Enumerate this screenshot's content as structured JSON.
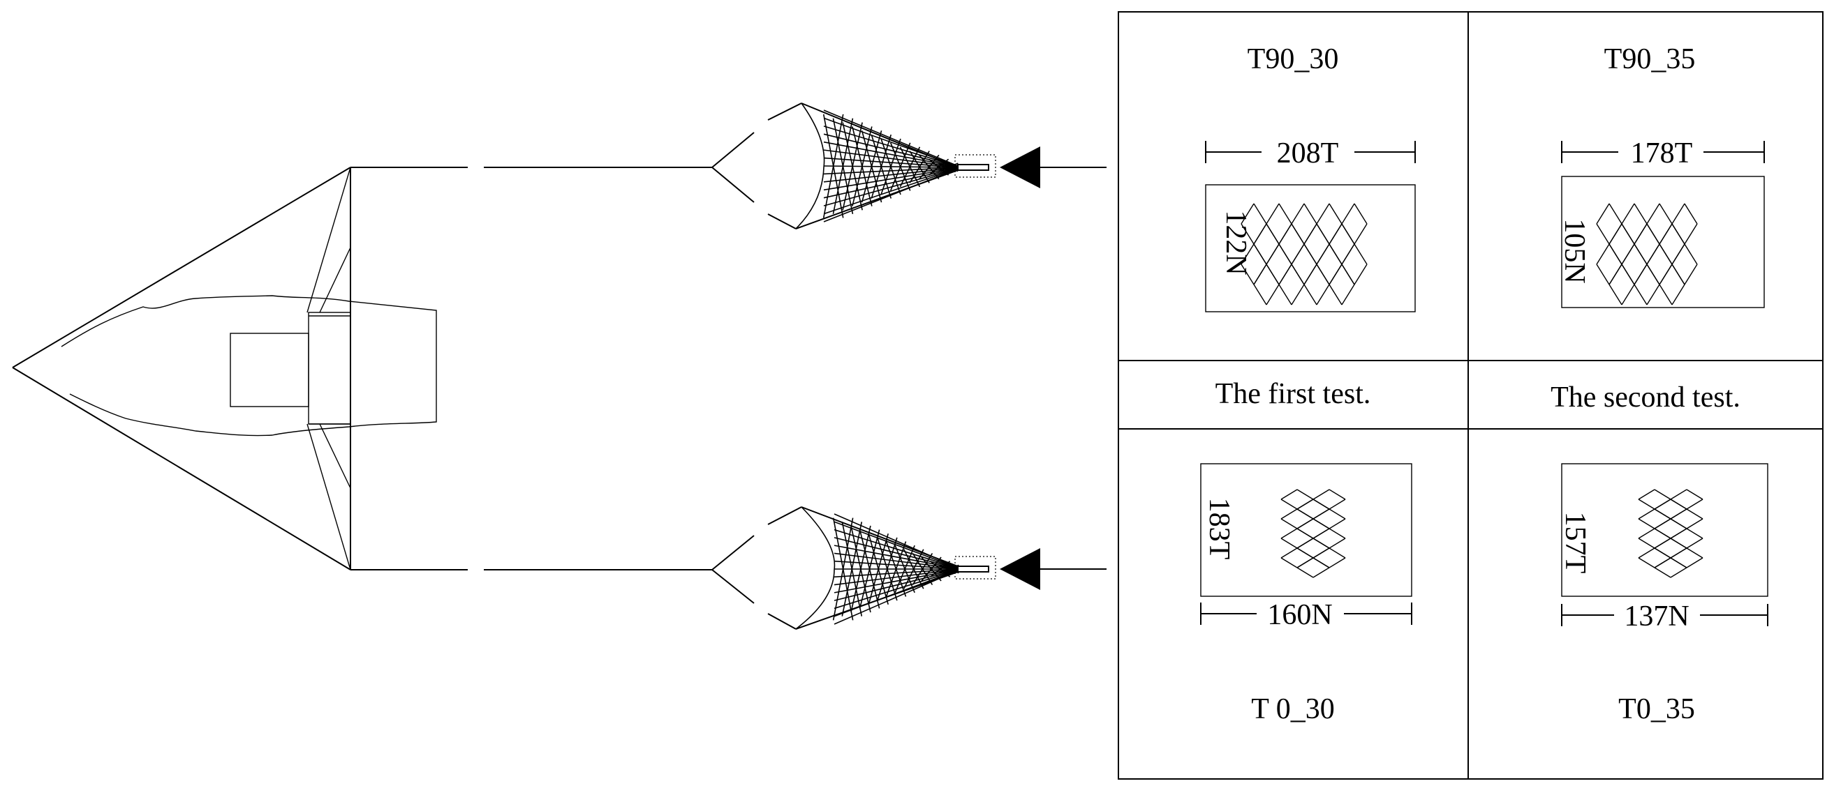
{
  "panels": {
    "t90_30": {
      "title": "T90_30",
      "width_label": "208T",
      "side_label": "122N"
    },
    "t90_35": {
      "title": "T90_35",
      "width_label": "178T",
      "side_label": "105N"
    },
    "t0_30": {
      "title": "T 0_30",
      "width_label": "160N",
      "side_label": "183T"
    },
    "t0_35": {
      "title": "T0_35",
      "width_label": "137N",
      "side_label": "157T"
    }
  },
  "tests": {
    "first": "The first test.",
    "second": "The second test."
  }
}
